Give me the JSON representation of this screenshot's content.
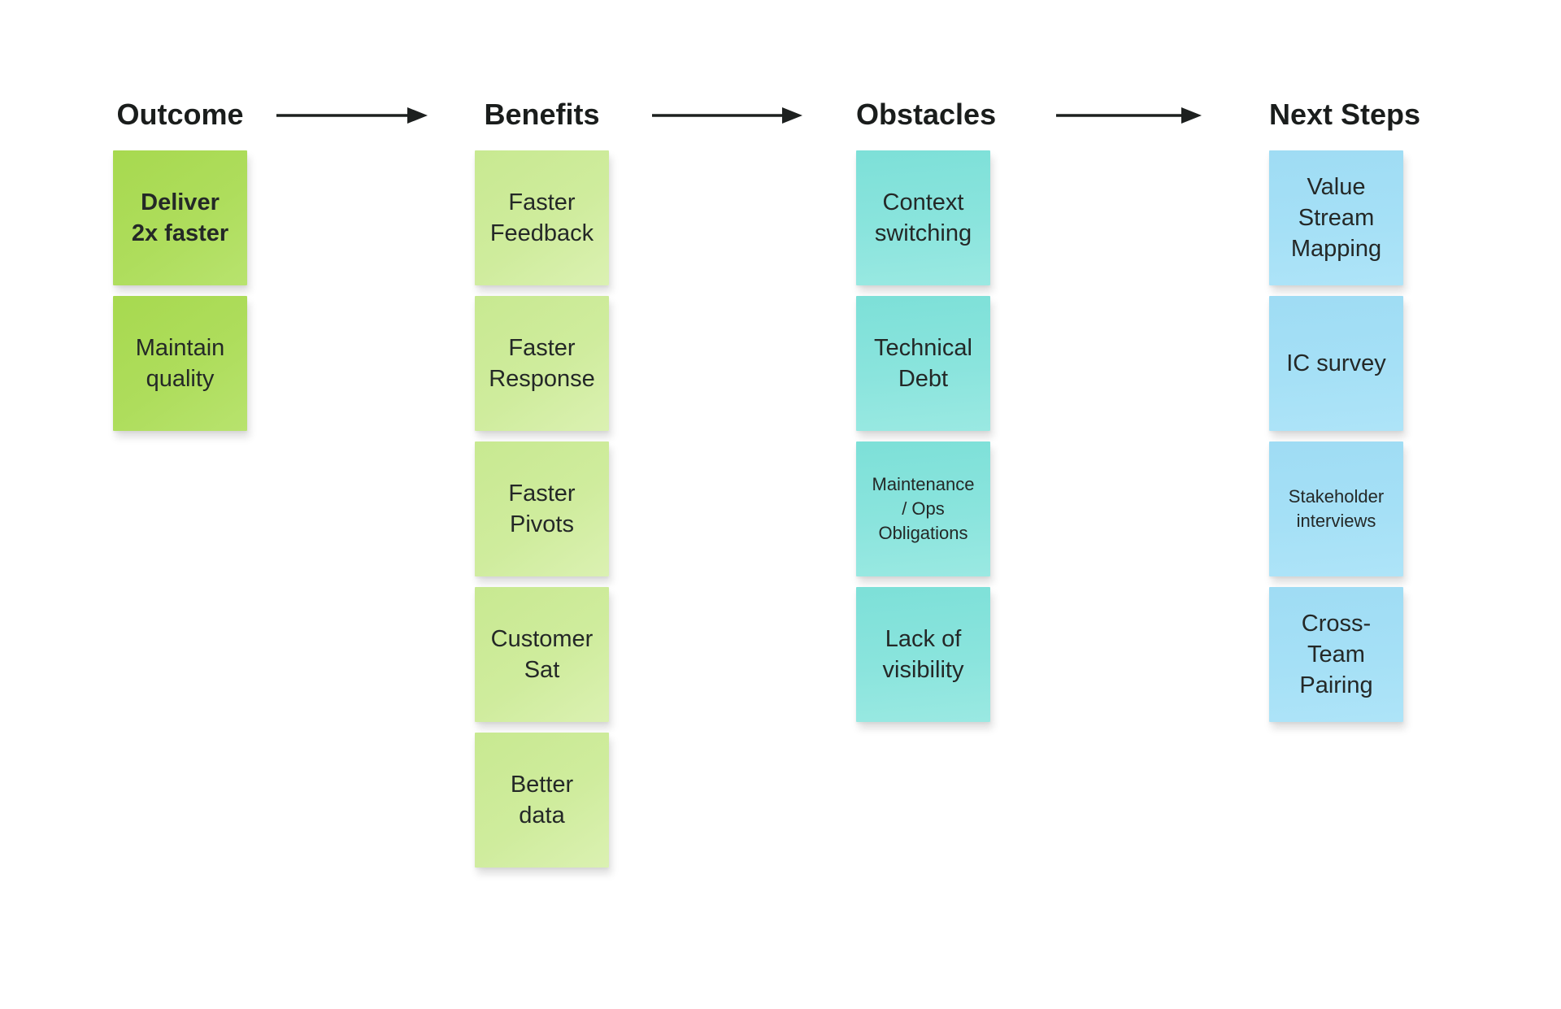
{
  "board": {
    "background": "#ffffff",
    "header_text_color": "#1a1d1c",
    "note_text_color": "#242827",
    "arrow_color": "#1d201f"
  },
  "columns": [
    {
      "title": "Outcome",
      "note_color_top": "#a7d94f",
      "note_color_bottom": "#b8e36e",
      "notes": [
        {
          "text": "Deliver\n2x faster",
          "emphasis": "bold",
          "size": "normal"
        },
        {
          "text": "Maintain\nquality",
          "emphasis": "regular",
          "size": "normal"
        }
      ]
    },
    {
      "title": "Benefits",
      "note_color_top": "#c8e991",
      "note_color_bottom": "#dbf1b2",
      "notes": [
        {
          "text": "Faster\nFeedback",
          "emphasis": "regular",
          "size": "normal"
        },
        {
          "text": "Faster\nResponse",
          "emphasis": "regular",
          "size": "normal"
        },
        {
          "text": "Faster\nPivots",
          "emphasis": "regular",
          "size": "normal"
        },
        {
          "text": "Customer\nSat",
          "emphasis": "regular",
          "size": "normal"
        },
        {
          "text": "Better\ndata",
          "emphasis": "regular",
          "size": "normal"
        }
      ]
    },
    {
      "title": "Obstacles",
      "note_color_top": "#7de0d8",
      "note_color_bottom": "#9ae9e2",
      "notes": [
        {
          "text": "Context\nswitching",
          "emphasis": "regular",
          "size": "normal"
        },
        {
          "text": "Technical\nDebt",
          "emphasis": "regular",
          "size": "normal"
        },
        {
          "text": "Maintenance\n/ Ops\nObligations",
          "emphasis": "regular",
          "size": "small"
        },
        {
          "text": "Lack of\nvisibility",
          "emphasis": "regular",
          "size": "normal"
        }
      ]
    },
    {
      "title": "Next Steps",
      "note_color_top": "#9fdcf4",
      "note_color_bottom": "#aee4f8",
      "notes": [
        {
          "text": "Value\nStream\nMapping",
          "emphasis": "regular",
          "size": "normal"
        },
        {
          "text": "IC survey",
          "emphasis": "regular",
          "size": "normal"
        },
        {
          "text": "Stakeholder\ninterviews",
          "emphasis": "regular",
          "size": "small"
        },
        {
          "text": "Cross-\nTeam\nPairing",
          "emphasis": "regular",
          "size": "normal"
        }
      ]
    }
  ],
  "arrows": [
    {
      "label": "Outcome to Benefits"
    },
    {
      "label": "Benefits to Obstacles"
    },
    {
      "label": "Obstacles to Next Steps"
    }
  ]
}
